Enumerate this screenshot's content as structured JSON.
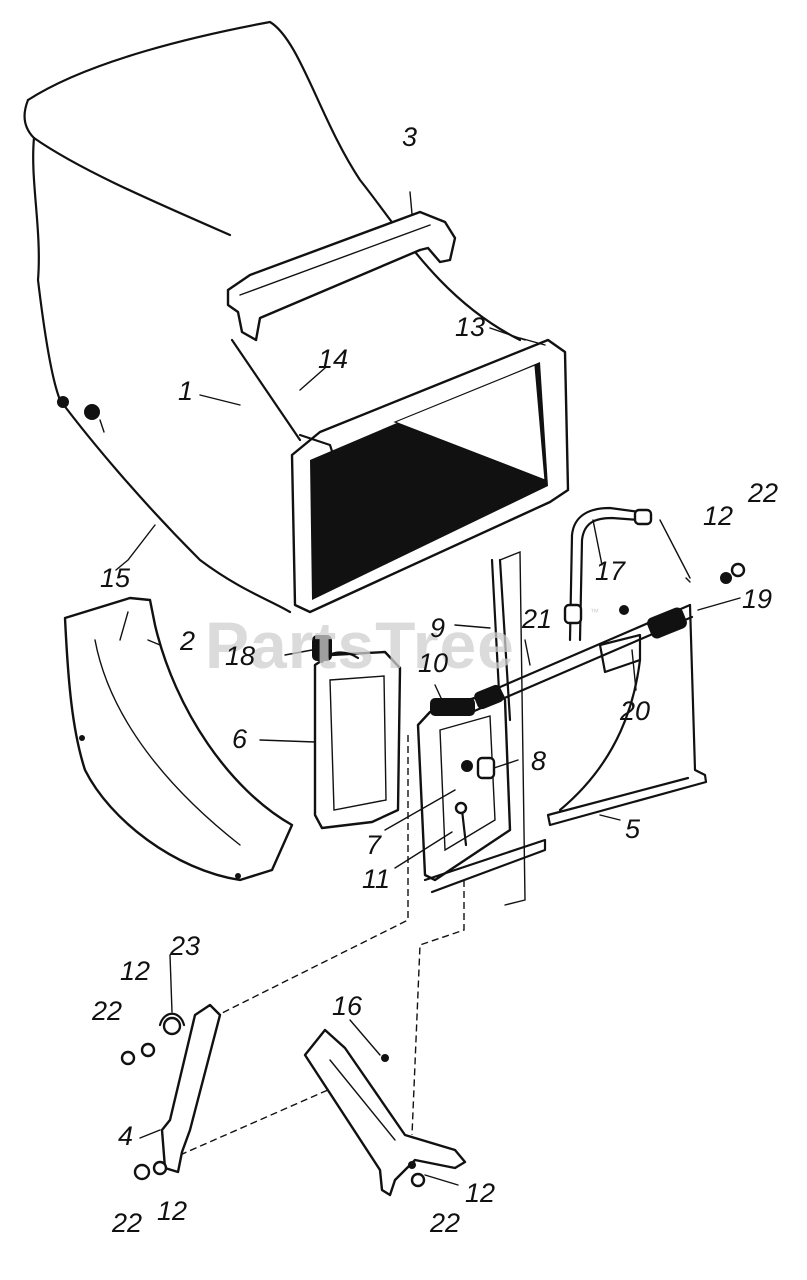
{
  "watermark": {
    "text": "PartsTree",
    "trademark": "™"
  },
  "icons": [
    "grass-bag-illustration",
    "bag-frame-illustration",
    "spring-illustration",
    "bracket-illustration"
  ],
  "colors": {
    "ink": "#111111",
    "paper": "#ffffff",
    "watermark": "#cfcfcf"
  },
  "callouts": {
    "c1": "1",
    "c2": "2",
    "c3": "3",
    "c4": "4",
    "c5": "5",
    "c6": "6",
    "c7": "7",
    "c8": "8",
    "c9": "9",
    "c10": "10",
    "c11": "11",
    "c12a": "12",
    "c12b": "12",
    "c12c": "12",
    "c12d": "12",
    "c13": "13",
    "c14": "14",
    "c15": "15",
    "c16": "16",
    "c17": "17",
    "c18": "18",
    "c19": "19",
    "c20": "20",
    "c21": "21",
    "c22a": "22",
    "c22b": "22",
    "c22c": "22",
    "c22d": "22",
    "c23": "23"
  }
}
